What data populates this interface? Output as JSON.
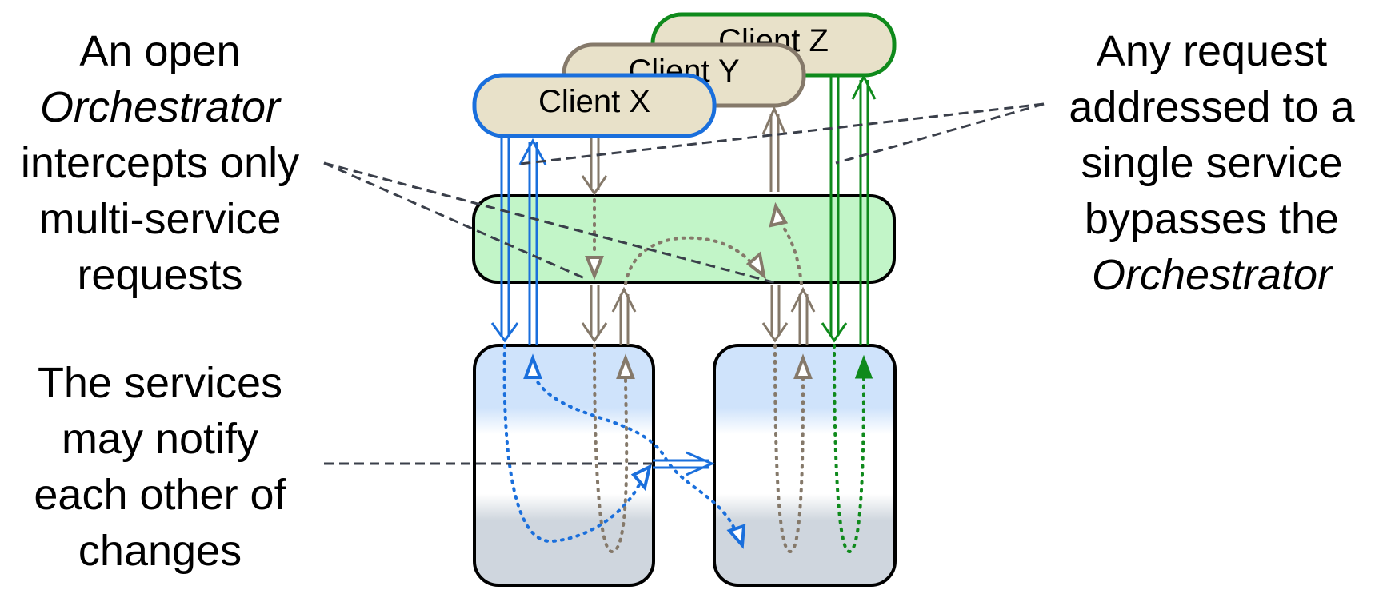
{
  "colors": {
    "blue": "#1a6fdc",
    "brown": "#85796a",
    "green": "#0f8a1c",
    "client_fill": "#e8e1c9",
    "orchestrator_fill": "#c2f5c8",
    "service_top": "#cfe3fb",
    "service_bottom": "#cfd6de",
    "leader": "#3a3f4a"
  },
  "clients": {
    "x": "Client X",
    "y": "Client Y",
    "z": "Client Z"
  },
  "captions": {
    "left_top": {
      "line1": "An open",
      "line2": "Orchestrator",
      "line3": "intercepts only",
      "line4": "multi-service",
      "line5": "requests"
    },
    "right_top": {
      "line1": "Any request",
      "line2": "addressed to a",
      "line3": "single service",
      "line4": "bypasses the",
      "line5": "Orchestrator"
    },
    "left_bottom": {
      "line1": "The services",
      "line2": "may notify",
      "line3": "each other of",
      "line4": "changes"
    }
  }
}
